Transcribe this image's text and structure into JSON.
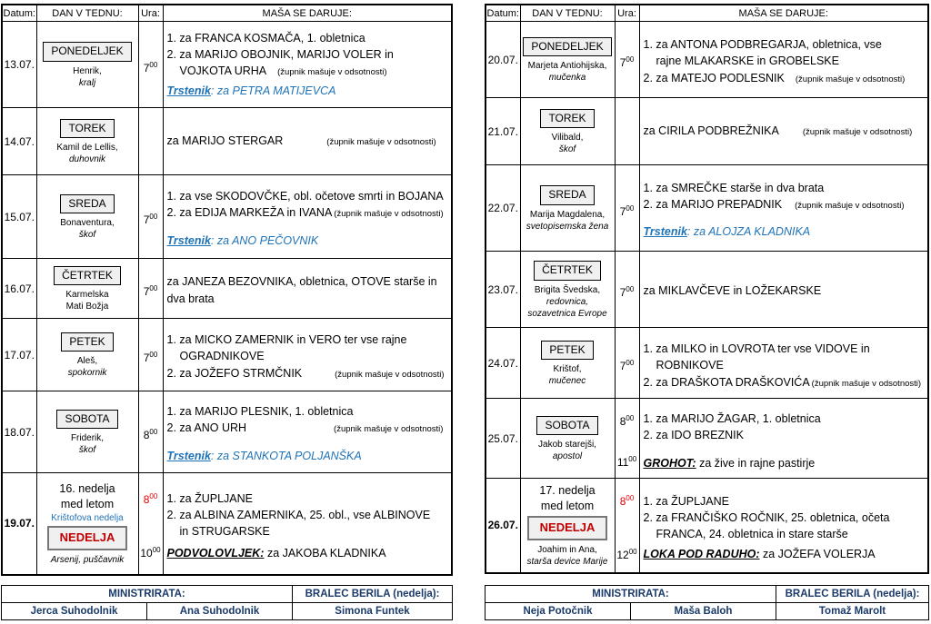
{
  "headers": {
    "date": "Datum:",
    "day": "DAN V TEDNU:",
    "time": "Ura:",
    "mass": "MAŠA SE DARUJE:"
  },
  "note_absent": "(župnik mašuje v odsotnosti)",
  "left": {
    "rows": [
      {
        "date": "13.07.",
        "day": "PONEDELJEK",
        "saint1": "Henrik,",
        "saint2": "kralj",
        "time": "7",
        "sup": "00",
        "m1": "1. za FRANCA KOSMAČA,  1. obletnica",
        "m2": "2. za MARIJO OBOJNIK, MARIJO VOLER in",
        "m3": "VOJKOTA URHA",
        "trs_place": "Trstenik",
        "trs_rest": ": za PETRA MATIJEVCA"
      },
      {
        "date": "14.07.",
        "day": "TOREK",
        "saint1": "Kamil de Lellis,",
        "saint2": "duhovnik",
        "m1": "za MARIJO STERGAR"
      },
      {
        "date": "15.07.",
        "day": "SREDA",
        "saint1": "Bonaventura,",
        "saint2": "škof",
        "time": "7",
        "sup": "00",
        "m1": "1. za vse SKODOVČKE, obl. očetove smrti in BOJANA",
        "m2": "2. za EDIJA MARKEŽA in IVANA",
        "trs_place": "Trstenik",
        "trs_rest": ": za ANO PEČOVNIK"
      },
      {
        "date": "16.07.",
        "day": "ČETRTEK",
        "saint1": "Karmelska",
        "saint2": "Mati Božja",
        "time": "7",
        "sup": "00",
        "m1": "za JANEZA BEZOVNIKA, obletnica, OTOVE starše in",
        "m2": "dva brata"
      },
      {
        "date": "17.07.",
        "day": "PETEK",
        "saint1": "Aleš,",
        "saint2": "spokornik",
        "time": "7",
        "sup": "00",
        "m1": "1. za MICKO ZAMERNIK in VERO  ter  vse rajne",
        "m2": "OGRADNIKOVE",
        "m3": "2. za JOŽEFO STRMČNIK"
      },
      {
        "date": "18.07.",
        "day": "SOBOTA",
        "saint1": "Friderik,",
        "saint2": "škof",
        "time": "8",
        "sup": "00",
        "m1": "1. za MARIJO PLESNIK, 1. obletnica",
        "m2": "2. za ANO URH",
        "trs_place": "Trstenik",
        "trs_rest": ": za STANKOTA POLJANŠKA"
      },
      {
        "date": "19.07.",
        "sun1": "16. nedelja",
        "sun2": "med letom",
        "sunsub": "Krištofova nedelja",
        "day": "NEDELJA",
        "saint": "Arsenij, puščavnik",
        "time": "8",
        "sup": "00",
        "time2": "10",
        "sup2": "00",
        "m1": "1. za ŽUPLJANE",
        "m2": "2. za ALBINA ZAMERNIKA, 25. obl., vse ALBINOVE",
        "m3": "in STRUGARSKE",
        "place": "PODVOLOVLJEK:",
        "place_rest": "  za JAKOBA KLADNIKA"
      }
    ],
    "footer": {
      "ministr": "MINISTRIRATA:",
      "bralec": "BRALEC BERILA (nedelja):",
      "n1": "Jerca Suhodolnik",
      "n2": "Ana Suhodolnik",
      "n3": "Simona Funtek"
    }
  },
  "right": {
    "rows": [
      {
        "date": "20.07.",
        "day": "PONEDELJEK",
        "saint1": "Marjeta Antiohijska,",
        "saint2": "mučenka",
        "time": "7",
        "sup": "00",
        "m1": "1. za ANTONA PODBREGARJA, obletnica, vse",
        "m2": "rajne MLAKARSKE in GROBELSKE",
        "m3": "2. za MATEJO PODLESNIK"
      },
      {
        "date": "21.07.",
        "day": "TOREK",
        "saint1": "Vilibald,",
        "saint2": "škof",
        "m1": "za CIRILA PODBREŽNIKA"
      },
      {
        "date": "22.07.",
        "day": "SREDA",
        "saint1": "Marija Magdalena,",
        "saint2": "svetopisemska žena",
        "time": "7",
        "sup": "00",
        "m1": "1. za SMREČKE starše in dva brata",
        "m2": "2. za MARIJO PREPADNIK",
        "trs_place": "Trstenik",
        "trs_rest": ": za ALOJZA KLADNIKA"
      },
      {
        "date": "23.07.",
        "day": "ČETRTEK",
        "saint1": "Brigita Švedska,",
        "saint2": "redovnica,",
        "saint3": "sozavetnica Evrope",
        "time": "7",
        "sup": "00",
        "m1": "za MIKLAVČEVE in LOŽEKARSKE"
      },
      {
        "date": "24.07.",
        "day": "PETEK",
        "saint1": "Krištof,",
        "saint2": "mučenec",
        "time": "7",
        "sup": "00",
        "m1": "1. za MILKO in LOVROTA ter vse VIDOVE in",
        "m2": "ROBNIKOVE",
        "m3": "2. za DRAŠKOTA DRAŠKOVIĆA"
      },
      {
        "date": "25.07.",
        "day": "SOBOTA",
        "saint1": "Jakob starejši,",
        "saint2": "apostol",
        "time": "8",
        "sup": "00",
        "time2": "11",
        "sup2": "00",
        "m1": "1. za MARIJO ŽAGAR, 1. obletnica",
        "m2": "2. za IDO BREZNIK",
        "place": "GROHOT:",
        "place_rest": "  za žive in rajne pastirje"
      },
      {
        "date": "26.07.",
        "sun1": "17. nedelja",
        "sun2": "med letom",
        "day": "NEDELJA",
        "saint": "Joahim in Ana,",
        "saintb": "starša device Marije",
        "time": "8",
        "sup": "00",
        "time2": "12",
        "sup2": "00",
        "m1": "1. za ŽUPLJANE",
        "m2": "2. za FRANČIŠKO ROČNIK, 25. obletnica, očeta",
        "m3": "FRANCA, 24. obletnica in stare starše",
        "place": "LOKA POD RADUHO:",
        "place_rest": "  za JOŽEFA VOLERJA"
      }
    ],
    "footer": {
      "ministr": "MINISTRIRATA:",
      "bralec": "BRALEC BERILA (nedelja):",
      "n1": "Neja Potočnik",
      "n2": "Maša Baloh",
      "n3": "Tomaž Marolt"
    }
  }
}
